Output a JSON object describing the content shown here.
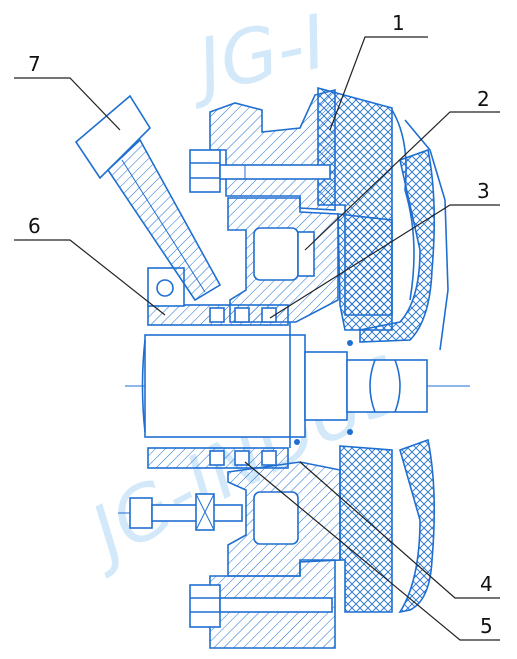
{
  "watermark": {
    "top_text": "JG-I",
    "bottom_text": "JG-INDUS"
  },
  "callouts": [
    {
      "id": "1",
      "label": "1"
    },
    {
      "id": "2",
      "label": "2"
    },
    {
      "id": "3",
      "label": "3"
    },
    {
      "id": "4",
      "label": "4"
    },
    {
      "id": "5",
      "label": "5"
    },
    {
      "id": "6",
      "label": "6"
    },
    {
      "id": "7",
      "label": "7"
    }
  ],
  "colors": {
    "line": "#1f6fd1",
    "label": "#111111",
    "watermark": "#9fd0f5"
  }
}
